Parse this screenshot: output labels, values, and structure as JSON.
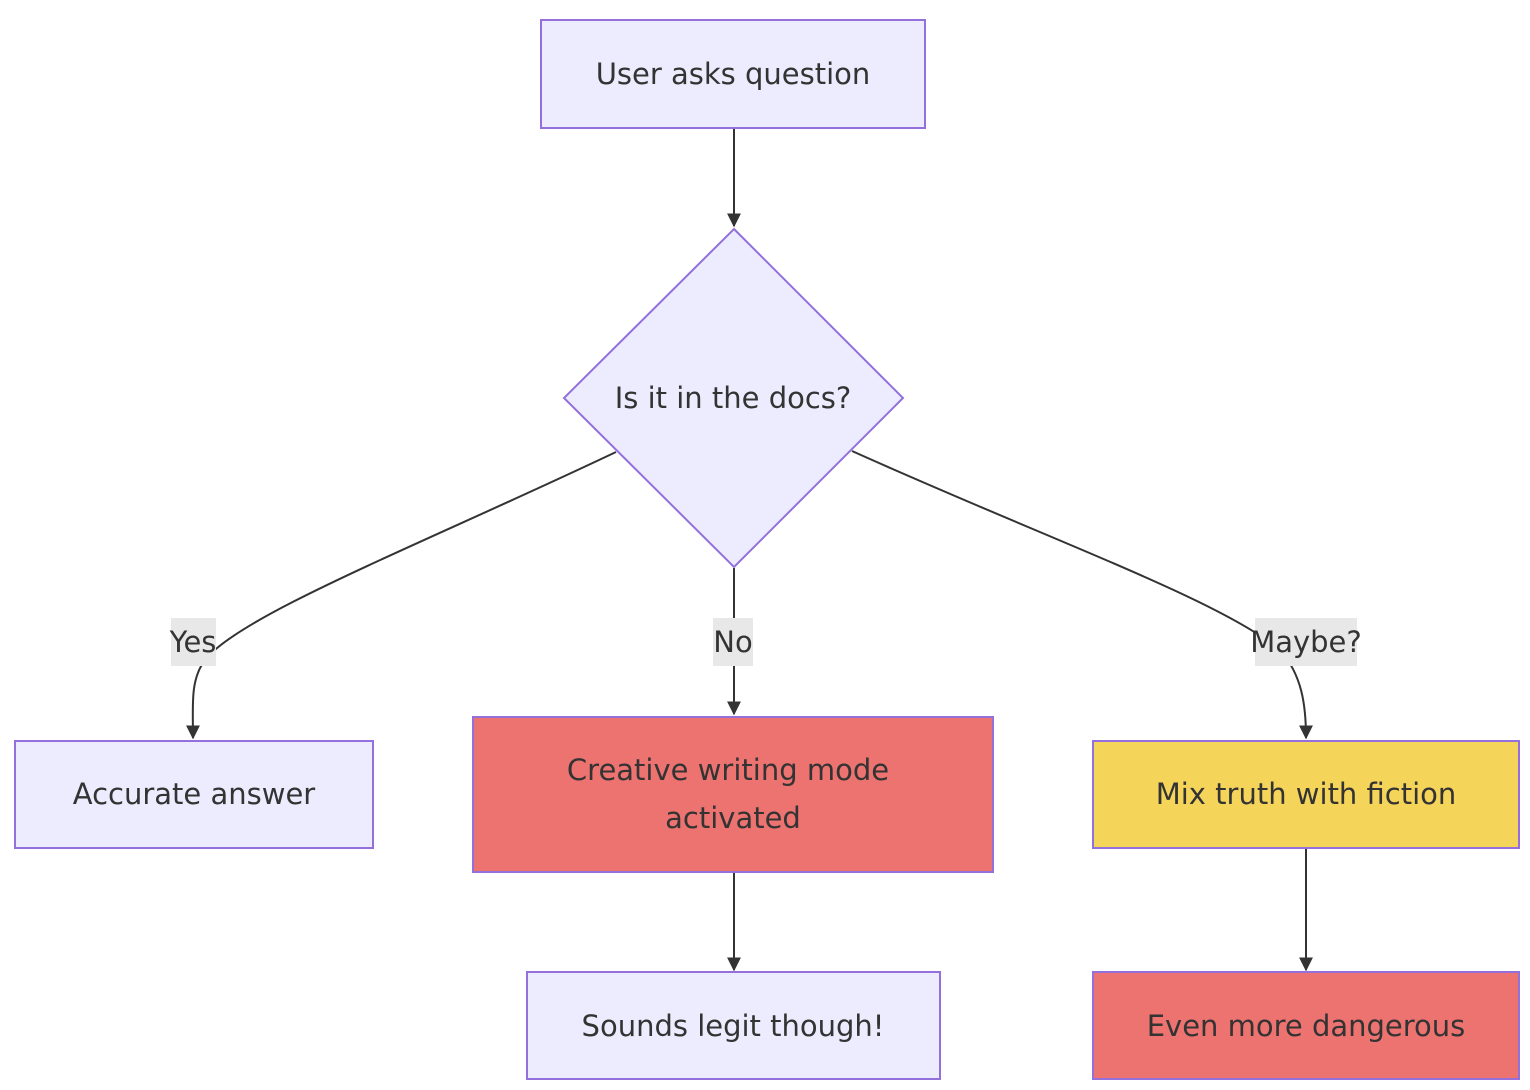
{
  "diagram": {
    "type": "flowchart",
    "colors": {
      "default_fill": "#ececfe",
      "border": "#9370db",
      "danger_fill": "#ed7370",
      "warning_fill": "#f5d45a",
      "edge": "#333333",
      "text": "#333333",
      "edge_label_bg": "#e8e8e8"
    },
    "nodes": {
      "start": {
        "label": "User asks question"
      },
      "decision": {
        "label": "Is it in the docs?"
      },
      "accurate": {
        "label": "Accurate answer"
      },
      "creative": {
        "line1": "Creative writing mode",
        "line2": "activated"
      },
      "legit": {
        "label": "Sounds legit though!"
      },
      "mix": {
        "label": "Mix truth with fiction"
      },
      "dangerous": {
        "label": "Even more dangerous"
      }
    },
    "edges": {
      "yes": {
        "label": "Yes"
      },
      "no": {
        "label": "No"
      },
      "maybe": {
        "label": "Maybe?"
      }
    }
  }
}
